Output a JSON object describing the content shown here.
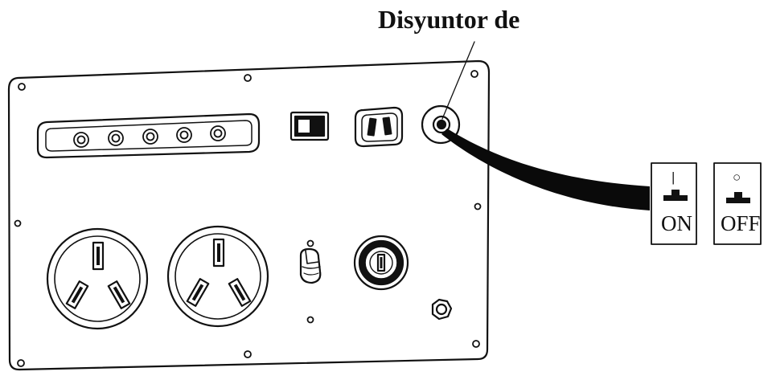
{
  "title": "Disyuntor de",
  "switch_on": {
    "symbol": "|",
    "label": "ON"
  },
  "switch_off": {
    "symbol": "○",
    "label": "OFF"
  },
  "colors": {
    "ink": "#111111",
    "panel": "#ffffff",
    "cable": "#0a0a0a"
  }
}
